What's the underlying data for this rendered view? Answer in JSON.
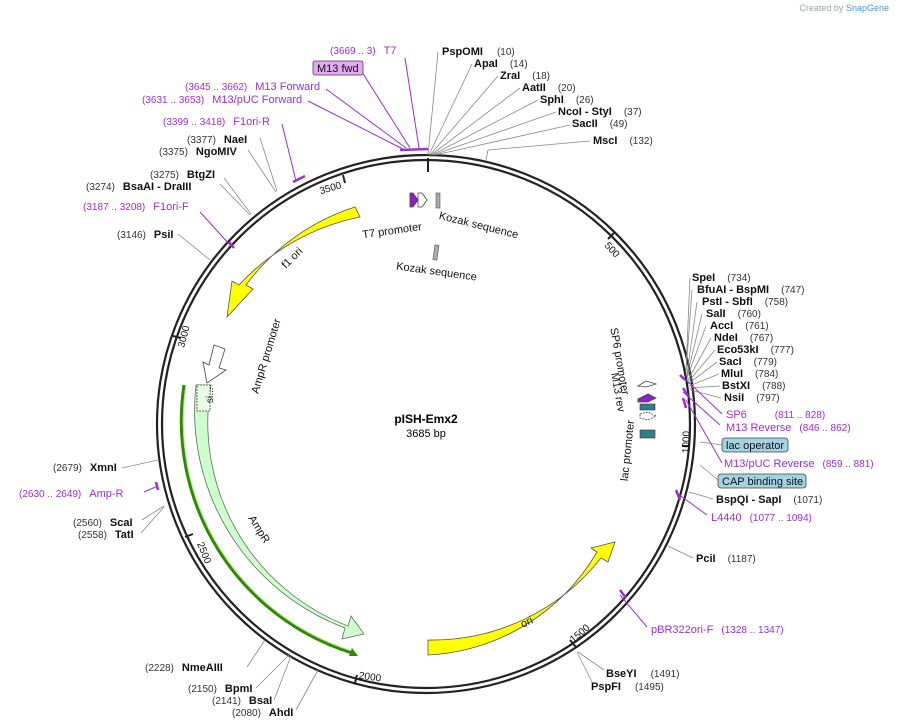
{
  "credit": {
    "prefix": "Created by",
    "brand": "SnapGene"
  },
  "plasmid": {
    "name": "pISH-Emx2",
    "length": "3685 bp",
    "total_bp": 3685
  },
  "ticks": [
    "500",
    "1000",
    "1500",
    "2000",
    "2500",
    "3000",
    "3500"
  ],
  "enzymes": [
    {
      "name": "PspOMI",
      "pos": "(10)"
    },
    {
      "name": "ApaI",
      "pos": "(14)"
    },
    {
      "name": "ZraI",
      "pos": "(18)"
    },
    {
      "name": "AatII",
      "pos": "(20)"
    },
    {
      "name": "SphI",
      "pos": "(26)"
    },
    {
      "name": "NcoI",
      "sep": " - ",
      "name2": "StyI",
      "pos": "(37)"
    },
    {
      "name": "SacII",
      "pos": "(49)"
    },
    {
      "name": "MscI",
      "pos": "(132)"
    },
    {
      "name": "SpeI",
      "pos": "(734)"
    },
    {
      "name": "BfuAI",
      "sep": " - ",
      "name2": "BspMI",
      "pos": "(747)"
    },
    {
      "name": "PstI",
      "sep": " - ",
      "name2": "SbfI",
      "pos": "(758)"
    },
    {
      "name": "SalI",
      "pos": "(760)"
    },
    {
      "name": "AccI",
      "pos": "(761)"
    },
    {
      "name": "NdeI",
      "pos": "(767)"
    },
    {
      "name": "Eco53kI",
      "pos": "(777)"
    },
    {
      "name": "SacI",
      "pos": "(779)"
    },
    {
      "name": "MluI",
      "pos": "(784)"
    },
    {
      "name": "BstXI",
      "pos": "(788)"
    },
    {
      "name": "NsiI",
      "pos": "(797)"
    },
    {
      "name": "BspQI",
      "sep": " - ",
      "name2": "SapI",
      "pos": "(1071)"
    },
    {
      "name": "PciI",
      "pos": "(1187)"
    },
    {
      "name": "BseYI",
      "pos": "(1491)"
    },
    {
      "name": "PspFI",
      "pos": "(1495)"
    },
    {
      "name": "NmeAIII",
      "pos": "(2228)"
    },
    {
      "name": "BpmI",
      "pos": "(2150)"
    },
    {
      "name": "BsaI",
      "pos": "(2141)"
    },
    {
      "name": "AhdI",
      "pos": "(2080)"
    },
    {
      "name": "ScaI",
      "pos": "(2560)"
    },
    {
      "name": "TatI",
      "pos": "(2558)"
    },
    {
      "name": "XmnI",
      "pos": "(2679)"
    },
    {
      "name": "PsiI",
      "pos": "(3146)"
    },
    {
      "name": "BsaAI",
      "sep": " - ",
      "name2": "DraIII",
      "pos": "(3274)"
    },
    {
      "name": "BtgZI",
      "pos": "(3275)"
    },
    {
      "name": "NgoMIV",
      "pos": "(3375)"
    },
    {
      "name": "NaeI",
      "pos": "(3377)"
    }
  ],
  "primers": [
    {
      "name": "T7",
      "pos": "(3669 .. 3)"
    },
    {
      "name": "M13 fwd",
      "pos": ""
    },
    {
      "name": "M13 Forward",
      "pos": "(3645 .. 3662)"
    },
    {
      "name": "M13/pUC Forward",
      "pos": "(3631 .. 3653)"
    },
    {
      "name": "F1ori-R",
      "pos": "(3399 .. 3418)"
    },
    {
      "name": "F1ori-F",
      "pos": "(3187 .. 3208)"
    },
    {
      "name": "Amp-R",
      "pos": "(2630 .. 2649)"
    },
    {
      "name": "SP6",
      "pos": "(811 .. 828)"
    },
    {
      "name": "M13 Reverse",
      "pos": "(846 .. 862)"
    },
    {
      "name": "M13/pUC Reverse",
      "pos": "(859 .. 881)"
    },
    {
      "name": "L4440",
      "pos": "(1077 .. 1094)"
    },
    {
      "name": "pBR322ori-F",
      "pos": "(1328 .. 1347)"
    }
  ],
  "features": {
    "t7_promoter": "T7 promoter",
    "kozak1": "Kozak sequence",
    "kozak2": "Kozak sequence",
    "f1_ori": "f1 ori",
    "ampr_promoter": "AmpR promoter",
    "ampr": "AmpR",
    "signal": "si...",
    "ori": "ori",
    "sp6_promoter": "SP6 promoter",
    "m13_rev": "M13 rev",
    "lac_promoter": "lac promoter",
    "lac_operator": "lac operator",
    "cap_site": "CAP binding site"
  },
  "colors": {
    "backbone": "#222222",
    "f1_ori": "#ffff00",
    "ori": "#ffff00",
    "ampr": "#ccffcc",
    "ampr_line": "#2e8b00",
    "primer": "#9b2fd6",
    "t7": "#8b22c8",
    "lac_box": "#a3d3e3",
    "promoter_teal": "#2f7f8b"
  }
}
